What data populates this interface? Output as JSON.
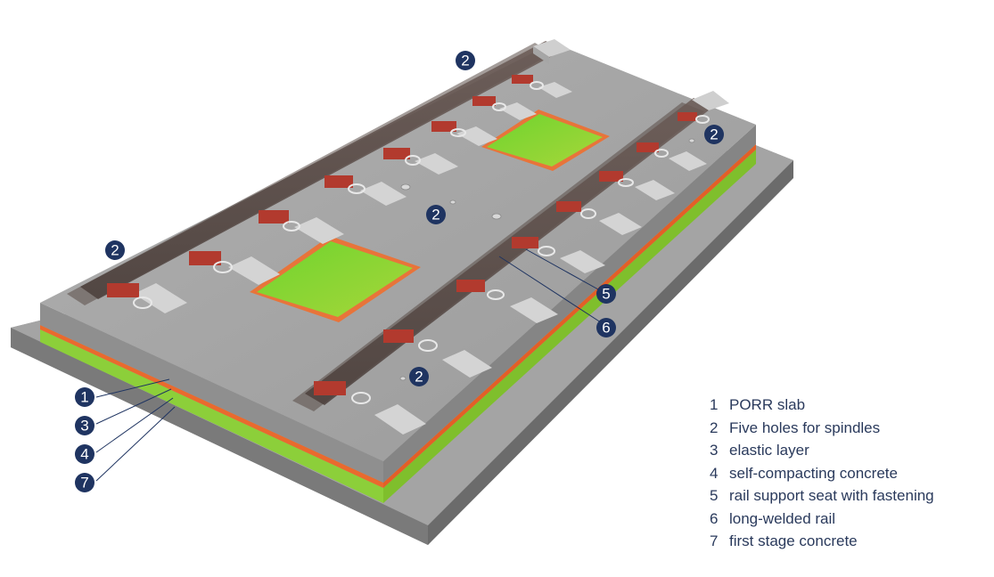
{
  "callouts": {
    "top_left_rail": "2",
    "top_right_rail": "2",
    "center": "2",
    "left_rail": "2",
    "bottom_rail": "2",
    "rail_seat": "5",
    "rail": "6",
    "slab": "1",
    "elastic": "3",
    "scc": "4",
    "first_stage": "7"
  },
  "legend": [
    {
      "num": "1",
      "label": "PORR slab"
    },
    {
      "num": "2",
      "label": "Five holes for spindles"
    },
    {
      "num": "3",
      "label": "elastic layer"
    },
    {
      "num": "4",
      "label": "self-compacting concrete"
    },
    {
      "num": "5",
      "label": "rail support seat with fastening"
    },
    {
      "num": "6",
      "label": "long-welded rail"
    },
    {
      "num": "7",
      "label": "first stage concrete"
    }
  ],
  "colors": {
    "badge": "#1f3461",
    "legend_text": "#2a3a5c",
    "concrete_top": "#a3a3a3",
    "green_layer": "#8ccf3a",
    "elastic_layer": "#e96a2e",
    "rail_seat": "#b23a2e",
    "rail": "#5f514c"
  }
}
